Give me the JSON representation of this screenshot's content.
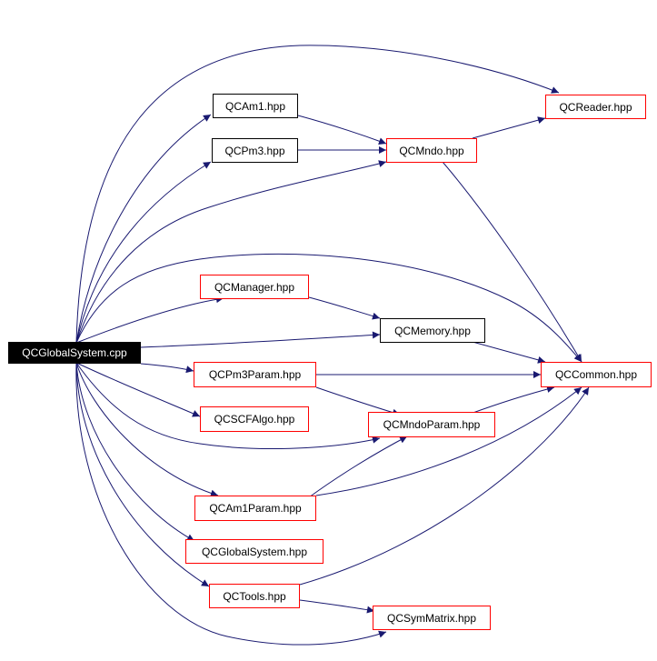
{
  "nodes": {
    "root": "QCGlobalSystem.cpp",
    "am1": "QCAm1.hpp",
    "pm3": "QCPm3.hpp",
    "mndo": "QCMndo.hpp",
    "reader": "QCReader.hpp",
    "manager": "QCManager.hpp",
    "memory": "QCMemory.hpp",
    "common": "QCCommon.hpp",
    "pm3param": "QCPm3Param.hpp",
    "scfalgo": "QCSCFAlgo.hpp",
    "mndoparam": "QCMndoParam.hpp",
    "am1param": "QCAm1Param.hpp",
    "globalsystem": "QCGlobalSystem.hpp",
    "tools": "QCTools.hpp",
    "symmatrix": "QCSymMatrix.hpp"
  },
  "colors": {
    "edge": "#191970",
    "documented_border": "#000000",
    "undocumented_border": "#ff0000",
    "root_fill": "#000000",
    "root_text": "#ffffff"
  },
  "edges": [
    [
      "root",
      "am1"
    ],
    [
      "root",
      "pm3"
    ],
    [
      "root",
      "mndo"
    ],
    [
      "root",
      "reader"
    ],
    [
      "root",
      "manager"
    ],
    [
      "root",
      "memory"
    ],
    [
      "root",
      "common"
    ],
    [
      "root",
      "pm3param"
    ],
    [
      "root",
      "scfalgo"
    ],
    [
      "root",
      "mndoparam"
    ],
    [
      "root",
      "am1param"
    ],
    [
      "root",
      "globalsystem"
    ],
    [
      "root",
      "tools"
    ],
    [
      "root",
      "symmatrix"
    ],
    [
      "am1",
      "mndo"
    ],
    [
      "pm3",
      "mndo"
    ],
    [
      "mndo",
      "reader"
    ],
    [
      "mndo",
      "common"
    ],
    [
      "manager",
      "memory"
    ],
    [
      "memory",
      "common"
    ],
    [
      "pm3param",
      "common"
    ],
    [
      "pm3param",
      "mndoparam"
    ],
    [
      "mndoparam",
      "common"
    ],
    [
      "am1param",
      "mndoparam"
    ],
    [
      "am1param",
      "common"
    ],
    [
      "tools",
      "common"
    ],
    [
      "tools",
      "symmatrix"
    ]
  ]
}
